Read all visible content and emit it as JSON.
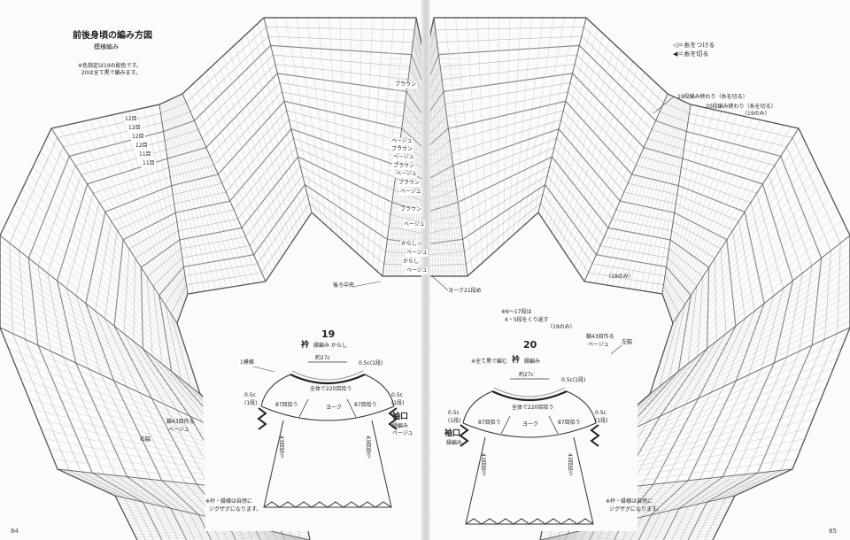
{
  "header": {
    "title": "前後身頃の編み方図",
    "subtitle": "模様編み",
    "notes": [
      "※色指定は19の配色です。",
      "20は全て黒で編みます。"
    ]
  },
  "legend": {
    "attach": "＝糸をつける",
    "cut": "＝糸を切る"
  },
  "row_labels_left": [
    "12目",
    "12目",
    "12目",
    "12目",
    "11目",
    "11目"
  ],
  "color_bands": [
    "ブラウン",
    "ベージュ",
    "ブラウン",
    "ベージュ",
    "ブラウン",
    "ベージュ",
    "ブラウン",
    "ベージュ",
    "ブラウン",
    "ベージュ",
    "からし",
    "ベージュ",
    "からし",
    "ベージュ"
  ],
  "center_labels": {
    "back_center": "後ろ中央",
    "yoke_rows": "ヨーク21段め"
  },
  "left_annotations": {
    "one_pattern": "1模様",
    "make_43": "鎖43目作る",
    "make_43_color": "ベージュ",
    "right_side": "右脇"
  },
  "right_annotations": {
    "row19_end": "19段編み終わり（糸を切る）",
    "row20_end": "20段編み終わり（糸を切る）",
    "row19_only": "（19のみ）",
    "rows_6_17": "※6〜17段は",
    "rows_repeat": "4・5段をくり返す",
    "only19": "（19のみ）",
    "make_43": "鎖43目作る",
    "make_43_color": "ベージュ",
    "left_side": "左脇"
  },
  "fig19": {
    "number": "19",
    "collar_label": "衿",
    "collar_desc": "縁編み からし",
    "neck_width": "約27c",
    "edge": "0.5c(1段)",
    "total": "全体で220目拾う",
    "yoke": "ヨーク",
    "side_edge_left": "0.5c\n(1段)",
    "side_edge_right": "0.5c\n(1段)",
    "pick_87_left": "87目拾う",
    "pick_87_right": "87目拾う",
    "sleeve_label": "袖口",
    "sleeve_desc": "縁編み",
    "sleeve_color": "ベージュ",
    "pick_43_left": "43目拾う",
    "pick_43_right": "43目拾う",
    "footnote1": "※衿・縁様は自然に",
    "footnote2": "ジグザグになります。"
  },
  "fig20": {
    "number": "20",
    "all_black": "※全て黒で編む",
    "collar_label": "衿",
    "collar_desc": "縁編み",
    "neck_width": "約27c",
    "edge": "0.5c(1段)",
    "total": "全体で220目拾う",
    "yoke": "ヨーク",
    "side_edge_left": "0.5c\n(1段)",
    "side_edge_right": "0.5c\n(1段)",
    "pick_87_left": "87目拾う",
    "pick_87_right": "87目拾う",
    "sleeve_label": "袖口",
    "sleeve_desc": "縁編み",
    "pick_43_left": "43目拾う",
    "pick_43_right": "43目拾う",
    "footnote1": "※衿・縁様は自然に",
    "footnote2": "ジグザグになります。"
  },
  "page_numbers": {
    "left": "84",
    "right": "85"
  }
}
